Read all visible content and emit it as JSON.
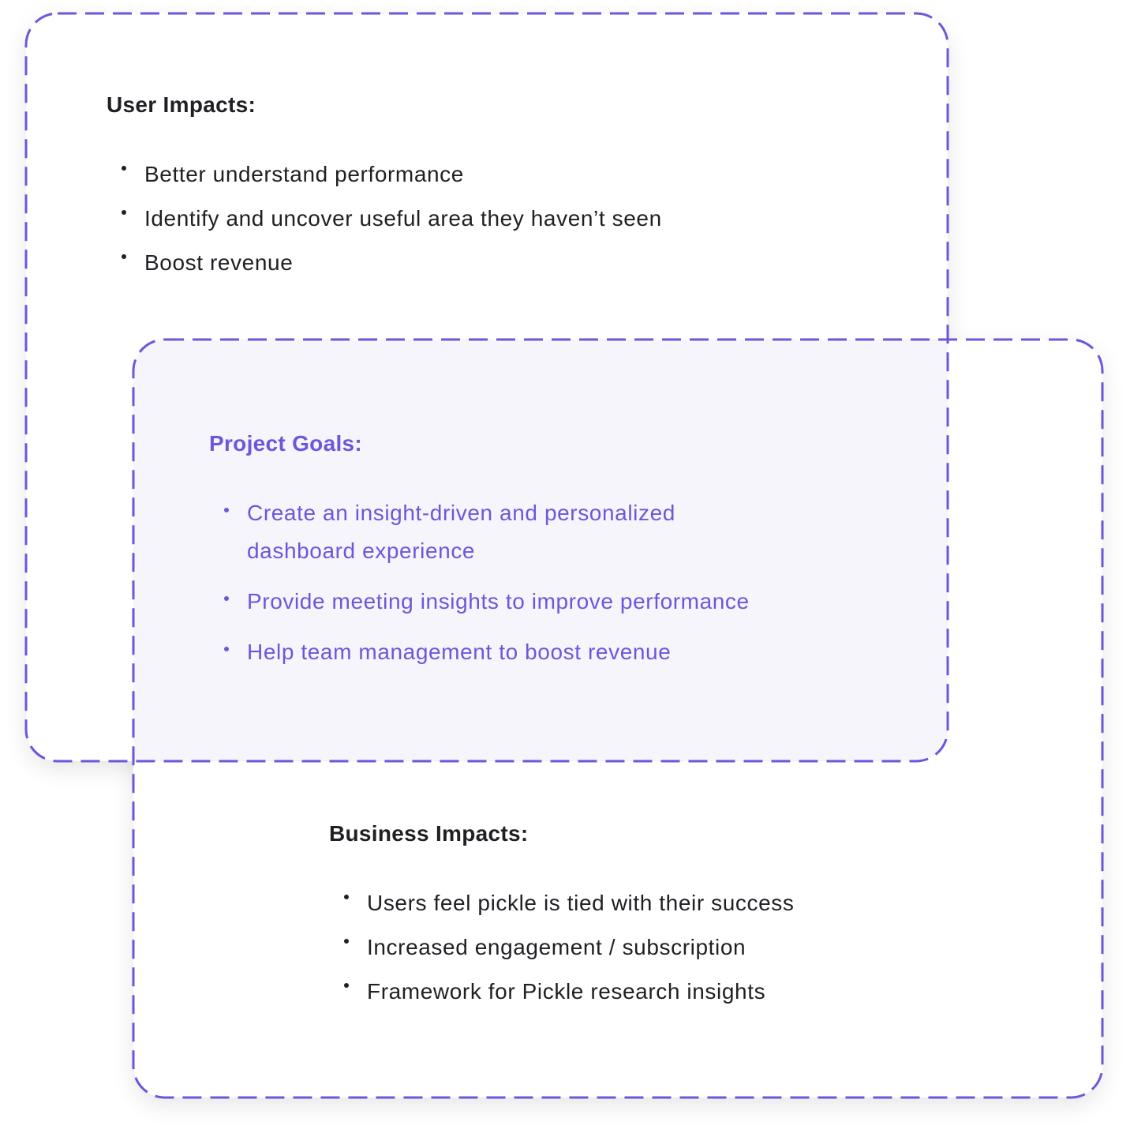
{
  "colors": {
    "accent": "#6E56DB",
    "overlap_fill": "#F6F5FB",
    "text": "#1F1F24"
  },
  "user_impacts": {
    "title": "User Impacts:",
    "items": [
      "Better understand performance",
      "Identify and uncover useful area they haven’t seen",
      "Boost revenue"
    ]
  },
  "project_goals": {
    "title": "Project Goals:",
    "items": [
      "Create an insight-driven and personalized dashboard experience",
      "Provide meeting insights to improve performance",
      "Help team management to boost revenue"
    ]
  },
  "business_impacts": {
    "title": "Business Impacts:",
    "items": [
      "Users feel pickle is tied with their success",
      "Increased engagement / subscription",
      "Framework for Pickle research insights"
    ]
  }
}
